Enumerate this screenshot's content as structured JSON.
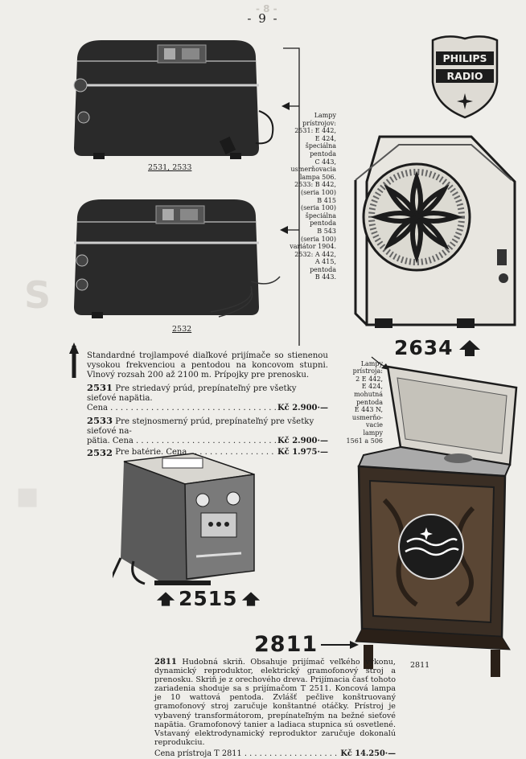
{
  "page": {
    "number": "- 9 -"
  },
  "logo": {
    "top": "PHILIPS",
    "bottom": "RADIO"
  },
  "receivers": {
    "caption_top": "2531, 2533",
    "caption_bottom": "2532",
    "lamps_note": "Lampy\nprístrojov:\n2531: E 442,\nE 424,\nšpeciálna\npentoda\nC 443,\nusmerňovacia\nlampa 506.\n2533: B 442,\n(seria 100)\nB 415\n(seria 100)\nšpeciálna\npentoda\nB 543\n(seria 100)\nvariátor 1904.\n2532: A 442,\nA 415,\npentoda\nB 443.",
    "description": "Standardné trojlampové diaľkové prijímače so stienenou vysokou frekvenciou a pentodou na koncovom stupni. Vlnový rozsah 200 až 2100 m. Prípojky pre prenosku.",
    "models": [
      {
        "number": "2531",
        "text": "Pre striedavý prúd, prepínateľný pre všetky sieťové napätia.",
        "price_label": "Cena",
        "price": "Kč 2.900·—"
      },
      {
        "number": "2533",
        "text": "Pre stejnosmerný prúd, prepínateľný pre všetky sieťové na-",
        "price_label": "pätia. Cena",
        "price": "Kč 2.900·—"
      },
      {
        "number": "2532",
        "text": "",
        "price_label": "Pre batérie. Cena",
        "price": "Kč 1.975·—"
      }
    ]
  },
  "speaker": {
    "number": "2634"
  },
  "amplifier": {
    "number": "2515"
  },
  "radiogram": {
    "number": "2811",
    "caption": "2811",
    "lamps_note": "Lampy\nprístroja:\n2 E 442,\nE 424,\nmohutná\npentoda\nE 443 N,\nusmerňo-\nvacie\nlampy\n1561 a 506",
    "description_number": "2811",
    "description": "Hudobná skriň. Obsahuje prijímač veľkého výkonu, dynamický reproduktor, elektrický gramofonový stroj a prenosku. Skriň je z orechového dreva. Prijímacia časť tohoto zariadenia shoduje sa s prijímačom T 2511. Koncová lampa je 10 wattová pentoda. Zvlášť pečlive konštruovaný gramofonový stroj zaručuje konštantné otáčky. Prístroj je vybavený transformátorom, prepínateľným na bežné sieťové napätia. Gramofonový tanier a ladiaca stupnica sú osvetlené. Vstavaný elektrodynamický reproduktor zaručuje dokonalú reprodukciu.",
    "price_label": "Cena prístroja T 2811",
    "price": "Kč 14.250·—"
  }
}
